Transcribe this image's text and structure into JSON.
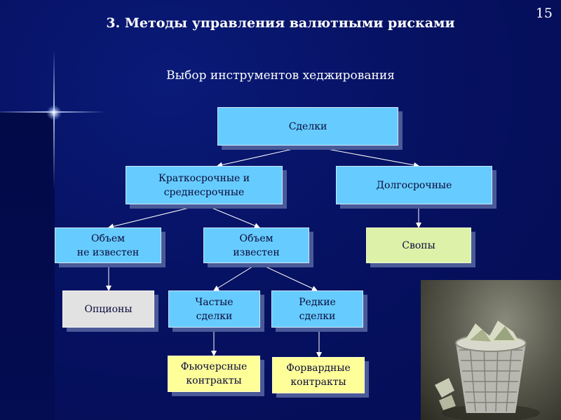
{
  "header": {
    "title": "3. Методы управления валютными рисками",
    "subtitle": "Выбор инструментов хеджирования",
    "page_number": "15"
  },
  "diagram": {
    "nodes": {
      "deals": "Сделки",
      "short_medium": "Краткосрочные и\nсреднесрочные",
      "long_term": "Долгосрочные",
      "volume_unknown": "Объем\nне известен",
      "volume_known": "Объем\nизвестен",
      "swaps": "Свопы",
      "options": "Опционы",
      "frequent": "Частые\nсделки",
      "rare": "Редкие\nсделки",
      "futures": "Фьючерсные\nконтракты",
      "forwards": "Форвардные\nконтракты"
    }
  },
  "photo": {
    "subject": "wastebasket-with-crumpled-banknotes"
  },
  "colors": {
    "background": "#061264",
    "box_blue": "#66ccff",
    "box_green": "#ddf2a8",
    "box_gray": "#e2e2e2",
    "box_yellow": "#ffff99",
    "shadow": "#4a5a98"
  }
}
